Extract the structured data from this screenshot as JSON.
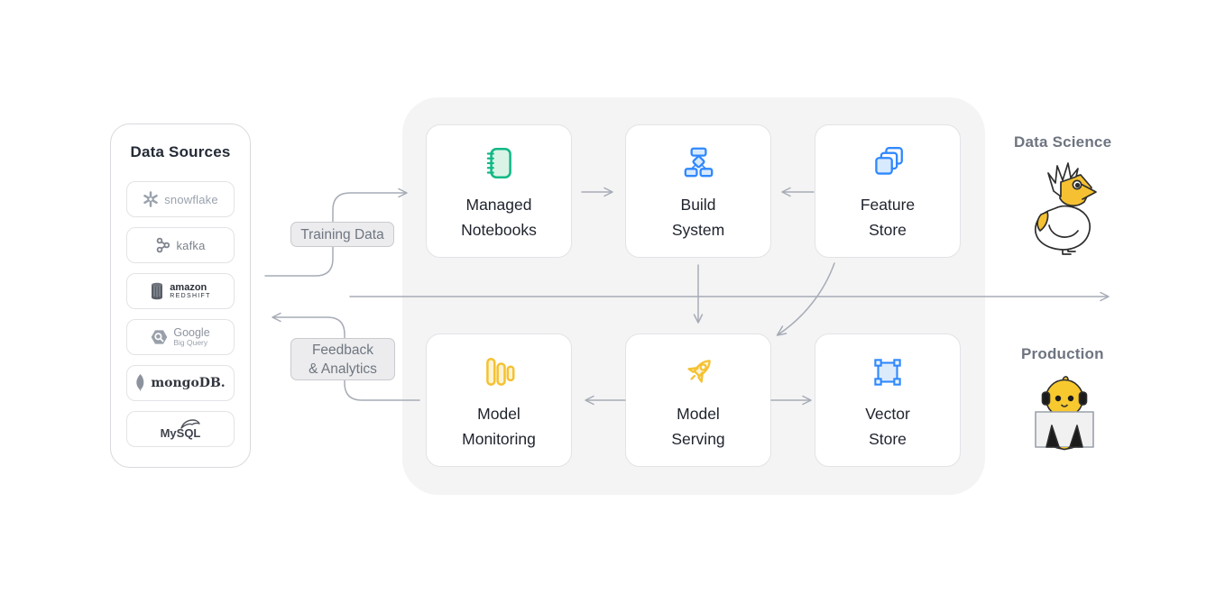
{
  "data_sources_panel": {
    "title": "Data Sources",
    "items": [
      {
        "icon": "snowflake-logo",
        "label": "snowflake"
      },
      {
        "icon": "kafka-logo",
        "label": "kafka"
      },
      {
        "icon": "redshift-logo",
        "label_primary": "amazon",
        "label_secondary": "REDSHIFT"
      },
      {
        "icon": "bigquery-logo",
        "label_primary": "Google",
        "label_secondary": "Big Query"
      },
      {
        "icon": "mongodb-logo",
        "label": "mongoDB."
      },
      {
        "icon": "mysql-logo",
        "label": "MySQL"
      }
    ]
  },
  "platform": {
    "cards": [
      {
        "id": "managed-notebooks",
        "line1": "Managed",
        "line2": "Notebooks",
        "icon": "notebook-icon",
        "accent": "#12b886"
      },
      {
        "id": "build-system",
        "line1": "Build",
        "line2": "System",
        "icon": "workflow-icon",
        "accent": "#2f88ff"
      },
      {
        "id": "feature-store",
        "line1": "Feature",
        "line2": "Store",
        "icon": "layers-icon",
        "accent": "#2f88ff"
      },
      {
        "id": "model-monitoring",
        "line1": "Model",
        "line2": "Monitoring",
        "icon": "bar-chart-icon",
        "accent": "#f5c132"
      },
      {
        "id": "model-serving",
        "line1": "Model",
        "line2": "Serving",
        "icon": "rocket-icon",
        "accent": "#f5c132"
      },
      {
        "id": "vector-store",
        "line1": "Vector",
        "line2": "Store",
        "icon": "vector-square-icon",
        "accent": "#2f88ff"
      }
    ]
  },
  "flow_labels": {
    "training_data": "Training Data",
    "feedback_line1": "Feedback",
    "feedback_line2": "& Analytics"
  },
  "personas": {
    "data_science": {
      "label": "Data Science",
      "mascot": "duck-mascot"
    },
    "production": {
      "label": "Production",
      "mascot": "chick-laptop-mascot"
    }
  },
  "colors": {
    "container_bg": "#f4f4f5",
    "card_border": "#e3e3e7",
    "arrow": "#a6abb5",
    "chip_bg": "#ececee",
    "chip_text": "#6f7680",
    "green": "#12b886",
    "green_fill": "#d9f4e6",
    "blue": "#2f88ff",
    "blue_fill": "#d8eafd",
    "yellow": "#f5c132",
    "yellow_fill": "#fdf3d2",
    "label_text": "#20242e",
    "persona_text": "#6e7480"
  }
}
